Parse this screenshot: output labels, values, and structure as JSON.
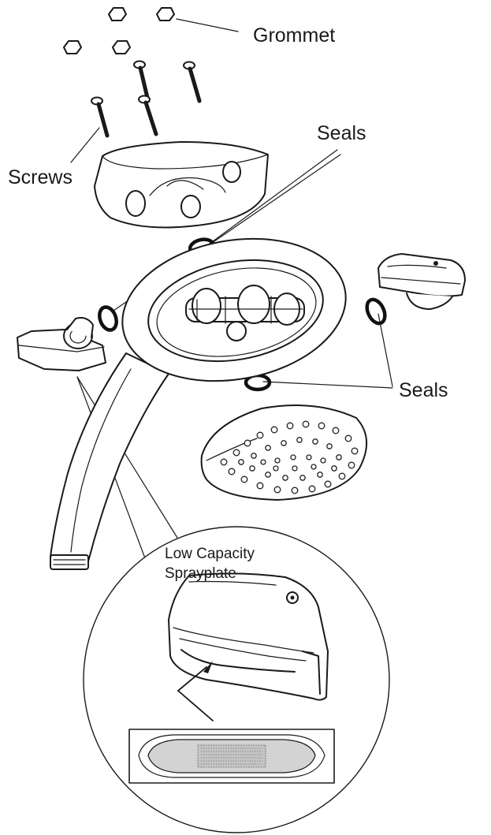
{
  "labels": {
    "grommet": "Grommet",
    "seals_top": "Seals",
    "screws": "Screws",
    "seals_right": "Seals",
    "low_capacity": "Low Capacity",
    "sprayplate": "Sprayplate"
  }
}
